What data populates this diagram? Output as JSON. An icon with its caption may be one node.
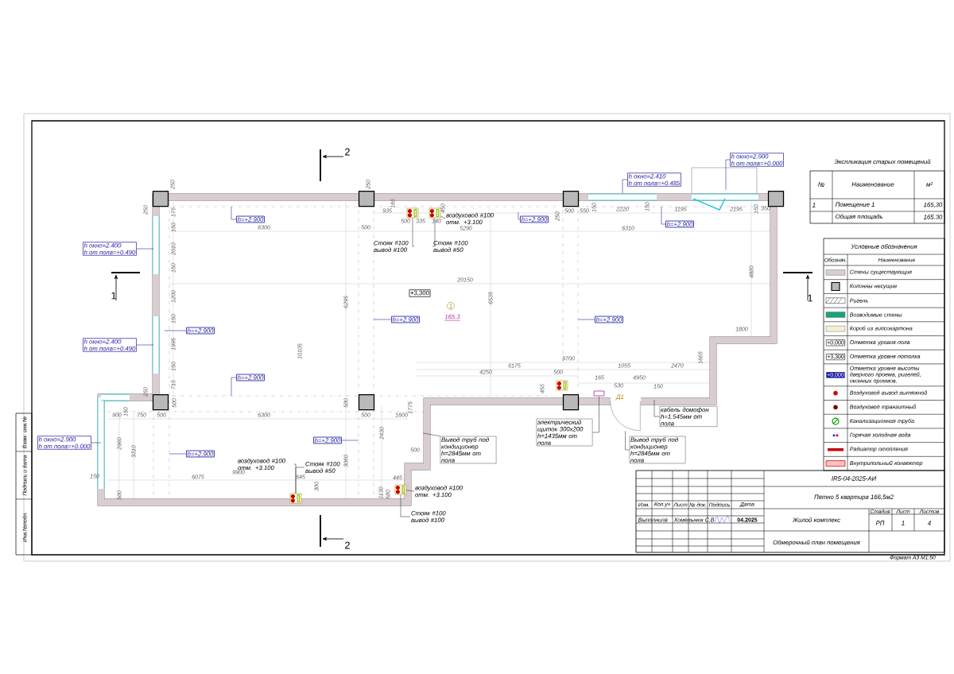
{
  "diagram": {
    "nodes": [
      {
        "text": [
          "h окно=2.400",
          "h от пола=+0.490"
        ]
      },
      {
        "text": [
          "h окно=2.400",
          "h от пола=+0.490"
        ]
      },
      {
        "text": [
          "h окно=2.900",
          "h от пола=+0.000"
        ]
      },
      {
        "text": [
          "h окно=2.410",
          "h от пола=+0.485"
        ]
      },
      {
        "text": [
          "h окно=2.900",
          "h от пола=+0.000"
        ]
      },
      {
        "text": [
          "h=+2.900"
        ]
      },
      {
        "text": [
          "h=+2.900"
        ]
      },
      {
        "text": [
          "h=+2.900"
        ]
      },
      {
        "text": [
          "h=+2.900"
        ]
      },
      {
        "text": [
          "h=+2.900"
        ]
      },
      {
        "text": [
          "h=+2.900"
        ]
      },
      {
        "text": [
          "h=+2.900"
        ]
      },
      {
        "text": [
          "h=+2.900"
        ]
      },
      {
        "text": [
          "h=+2.900"
        ]
      },
      {
        "text": [
          "+3,300"
        ]
      },
      {
        "text": [
          "1"
        ],
        "beside": [
          "165.3"
        ]
      },
      {
        "text": [
          "воздуховод #100 отм. +3.100"
        ]
      },
      {
        "text": [
          "Стояк #100 вывод #100"
        ]
      },
      {
        "text": [
          "Стояк #100 вывод #50"
        ]
      },
      {
        "text": [
          "воздуховод #100 отм. +3.100"
        ]
      },
      {
        "text": [
          "Стояк #100 вывод #50"
        ]
      },
      {
        "text": [
          "воздуховод #100 отм. +3.100"
        ]
      },
      {
        "text": [
          "Стояк #100 вывод #100"
        ]
      },
      {
        "text": [
          "Вывод труб под кондиционер h=2845мм от пола"
        ]
      },
      {
        "text": [
          "электрический щиток 300х200 h=1435мм от пола"
        ]
      },
      {
        "text": [
          "Вывод труб под кондиционер h=2845мм от пола"
        ]
      },
      {
        "text": [
          "кабель домофон h=1.545мм от пола"
        ]
      },
      {
        "text": [],
        "shape": "picture"
      },
      {
        "text": [],
        "shape": "picture"
      },
      {
        "text": [],
        "shape": "picture"
      },
      {
        "text": [],
        "shape": "picture"
      },
      {
        "text": [],
        "shape": "picture"
      },
      {
        "text": [],
        "shape": "box"
      },
      {
        "text": [],
        "shape": "picture"
      }
    ],
    "edges": [
      {
        "from": 0,
        "to": null,
        "arrow": "none"
      },
      {
        "from": 1,
        "to": null,
        "arrow": "none"
      },
      {
        "from": 2,
        "to": null,
        "arrow": "none"
      },
      {
        "from": 3,
        "to": null,
        "arrow": "none"
      },
      {
        "from": 4,
        "to": null,
        "arrow": "none"
      },
      {
        "from": 5,
        "to": null,
        "arrow": "none"
      },
      {
        "from": 6,
        "to": null,
        "arrow": "none"
      },
      {
        "from": 7,
        "to": null,
        "arrow": "none"
      },
      {
        "from": 8,
        "to": null,
        "arrow": "none"
      },
      {
        "from": 9,
        "to": null,
        "arrow": "none"
      },
      {
        "from": 10,
        "to": null,
        "arrow": "none"
      },
      {
        "from": 11,
        "to": null,
        "arrow": "none"
      },
      {
        "from": 12,
        "to": null,
        "arrow": "none"
      },
      {
        "from": 13,
        "to": null,
        "arrow": "none"
      },
      {
        "from": 16,
        "to": 30,
        "arrow": "none",
        "color": "#333333"
      },
      {
        "from": 17,
        "to": 29,
        "arrow": "none",
        "color": "#333333"
      },
      {
        "from": 18,
        "to": 30,
        "arrow": "none",
        "color": "#333333"
      },
      {
        "from": 19,
        "to": 27,
        "arrow": "none",
        "color": "#333333"
      },
      {
        "from": 20,
        "to": 27,
        "arrow": "none",
        "color": "#333333"
      },
      {
        "from": 21,
        "to": 28,
        "arrow": "none",
        "color": "#333333"
      },
      {
        "from": 22,
        "to": 28,
        "arrow": "none",
        "color": "#333333"
      },
      {
        "from": 23,
        "to": null,
        "arrow": "none",
        "color": "#333333"
      },
      {
        "from": 24,
        "to": 32,
        "arrow": "none",
        "color": "#333333"
      },
      {
        "from": 25,
        "to": 33,
        "arrow": "none",
        "color": "#333333"
      },
      {
        "from": 26,
        "to": null,
        "arrow": "none",
        "color": "#333333"
      }
    ],
    "labels": [
      "2",
      "Экспликация старых помещений",
      "№",
      "Наименование",
      "м²",
      "1",
      "Помещение 1",
      "165,30",
      "Общая площадь",
      "165.30",
      "250",
      "250",
      "250",
      "935",
      "165",
      "500",
      "335",
      "140",
      "450",
      "250",
      "500",
      "550",
      "150",
      "2220",
      "150",
      "1195",
      "2195",
      "150",
      "350",
      "175",
      "6300",
      "500",
      "5290",
      "6310",
      "150",
      "2010",
      "150",
      "4880",
      "1",
      "1",
      "20150",
      "1200",
      "6295",
      "6535",
      "150",
      "1800",
      "1995",
      "10105",
      "1665",
      "9700",
      "150",
      "6175",
      "1055",
      "2470",
      "4250",
      "500",
      "165",
      "4950",
      "715",
      "455",
      "530",
      "150",
      "250",
      "Д1",
      "150",
      "500",
      "500",
      "1775",
      "900",
      "750",
      "500",
      "6300",
      "500",
      "1600",
      "2430",
      "2960",
      "3310",
      "500",
      "3060",
      "9900",
      "150",
      "6075",
      "645",
      "445",
      "500",
      "300",
      "1130",
      "580",
      "2",
      "Условные обозначения",
      "Обознач.",
      "Наименование",
      "+0,000",
      "+3,300",
      "+0,000",
      "IR5-04-2025-АИ",
      "Пятно 5 квартира 166,5м2",
      "Изм.",
      "Кол.уч",
      "Лист",
      "№ док.",
      "Подпись",
      "Дата",
      "Стадия",
      "Лист",
      "Листов",
      "Выполнила",
      "Хомельнюк С.В",
      "04.2025",
      "Жилой комплекс",
      "РП",
      "1",
      "4",
      "Обмерочный план помещения",
      "Формат А3 М1:50",
      "Взам. инв.№",
      "Подпись и дата",
      "Инв.№подл."
    ],
    "legend": [
      {
        "text": "Стены существующие",
        "color": "#d9cdd1"
      },
      {
        "text": "Колонны несущие"
      },
      {
        "text": "Ригель"
      },
      {
        "text": "Возводимые стены",
        "color": "#1aa37a"
      },
      {
        "text": "Короб из гипсокартона",
        "color": "#f2efd3"
      },
      {
        "text": "Отметка уровня пола"
      },
      {
        "text": "Отметка уровня потолка"
      },
      {
        "text": "Отметка уровня высоты дверного проема, ригелей, оконных проемов."
      },
      {
        "text": "Воздуховод вывод вытяжной"
      },
      {
        "text": "Воздуховод транзитный"
      },
      {
        "text": "Канализационная труба"
      },
      {
        "text": "Горячая холодная вода"
      },
      {
        "text": "Радиатор отопления"
      },
      {
        "text": "Внутрипольный конвектор"
      }
    ]
  }
}
